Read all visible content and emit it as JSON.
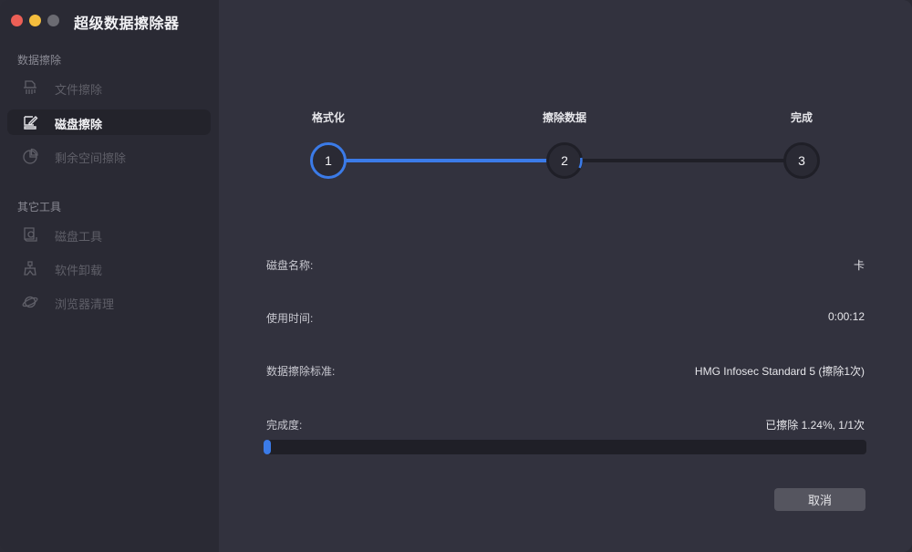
{
  "window": {
    "title": "超级数据擦除器",
    "traffic_lights": [
      "close",
      "minimize",
      "zoom"
    ]
  },
  "sidebar": {
    "sections": [
      {
        "label": "数据擦除",
        "items": [
          {
            "label": "文件擦除",
            "icon": "shredder-icon",
            "active": false
          },
          {
            "label": "磁盘擦除",
            "icon": "disk-edit-icon",
            "active": true
          },
          {
            "label": "剩余空间擦除",
            "icon": "pie-chart-icon",
            "active": false
          }
        ]
      },
      {
        "label": "其它工具",
        "items": [
          {
            "label": "磁盘工具",
            "icon": "disk-tool-icon",
            "active": false
          },
          {
            "label": "软件卸载",
            "icon": "uninstall-icon",
            "active": false
          },
          {
            "label": "浏览器清理",
            "icon": "planet-icon",
            "active": false
          }
        ]
      }
    ]
  },
  "steps": [
    {
      "label": "格式化",
      "number": "1",
      "state": "done"
    },
    {
      "label": "擦除数据",
      "number": "2",
      "state": "active"
    },
    {
      "label": "完成",
      "number": "3",
      "state": "pending"
    }
  ],
  "details": {
    "disk_name_label": "磁盘名称:",
    "disk_name_value": "卡",
    "elapsed_label": "使用时间:",
    "elapsed_value": "0:00:12",
    "standard_label": "数据擦除标准:",
    "standard_value": "HMG Infosec Standard 5 (擦除1次)",
    "progress_label": "完成度:",
    "progress_value": "已擦除 1.24%, 1/1次",
    "progress_percent": 1.24
  },
  "actions": {
    "cancel_label": "取消"
  },
  "colors": {
    "accent": "#3b7be8",
    "sidebar_bg": "#2a2a34",
    "main_bg": "#32323e"
  }
}
